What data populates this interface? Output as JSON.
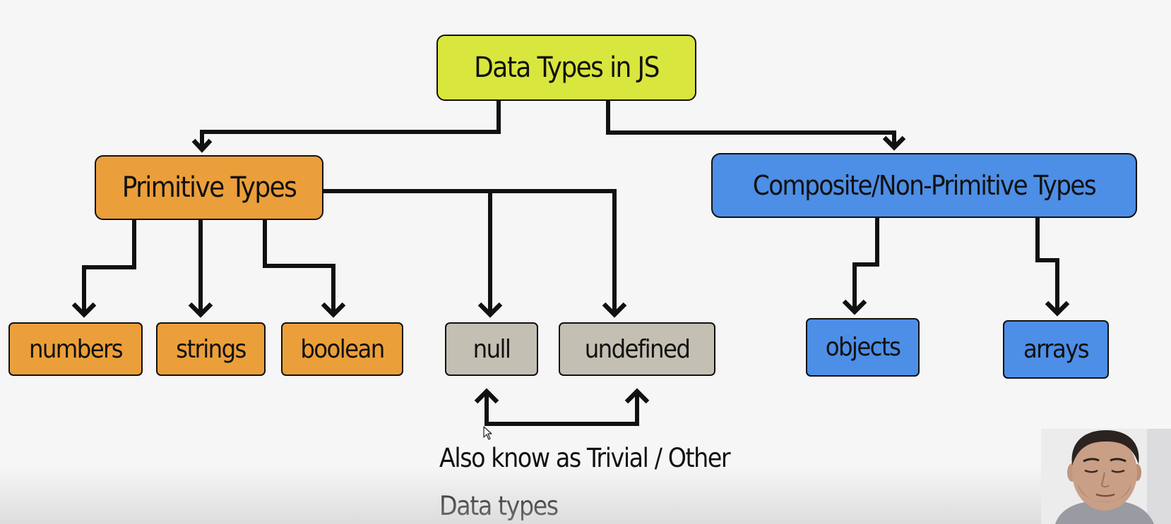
{
  "diagram": {
    "root": "Data Types in JS",
    "primitive": {
      "title": "Primitive Types",
      "children": [
        "numbers",
        "strings",
        "boolean",
        "null",
        "undefined"
      ]
    },
    "composite": {
      "title": "Composite/Non-Primitive Types",
      "children": [
        "objects",
        "arrays"
      ]
    },
    "note": {
      "line1": "Also know as Trivial / Other",
      "line2": "Data types"
    }
  },
  "colors": {
    "root": "#d9e63e",
    "primitive": "#eb9f3a",
    "composite": "#4d8ee6",
    "trivial": "#c3c0b3",
    "line": "#111111"
  },
  "icons": {
    "cursor": "mouse-pointer-icon",
    "webcam": "presenter-webcam"
  }
}
